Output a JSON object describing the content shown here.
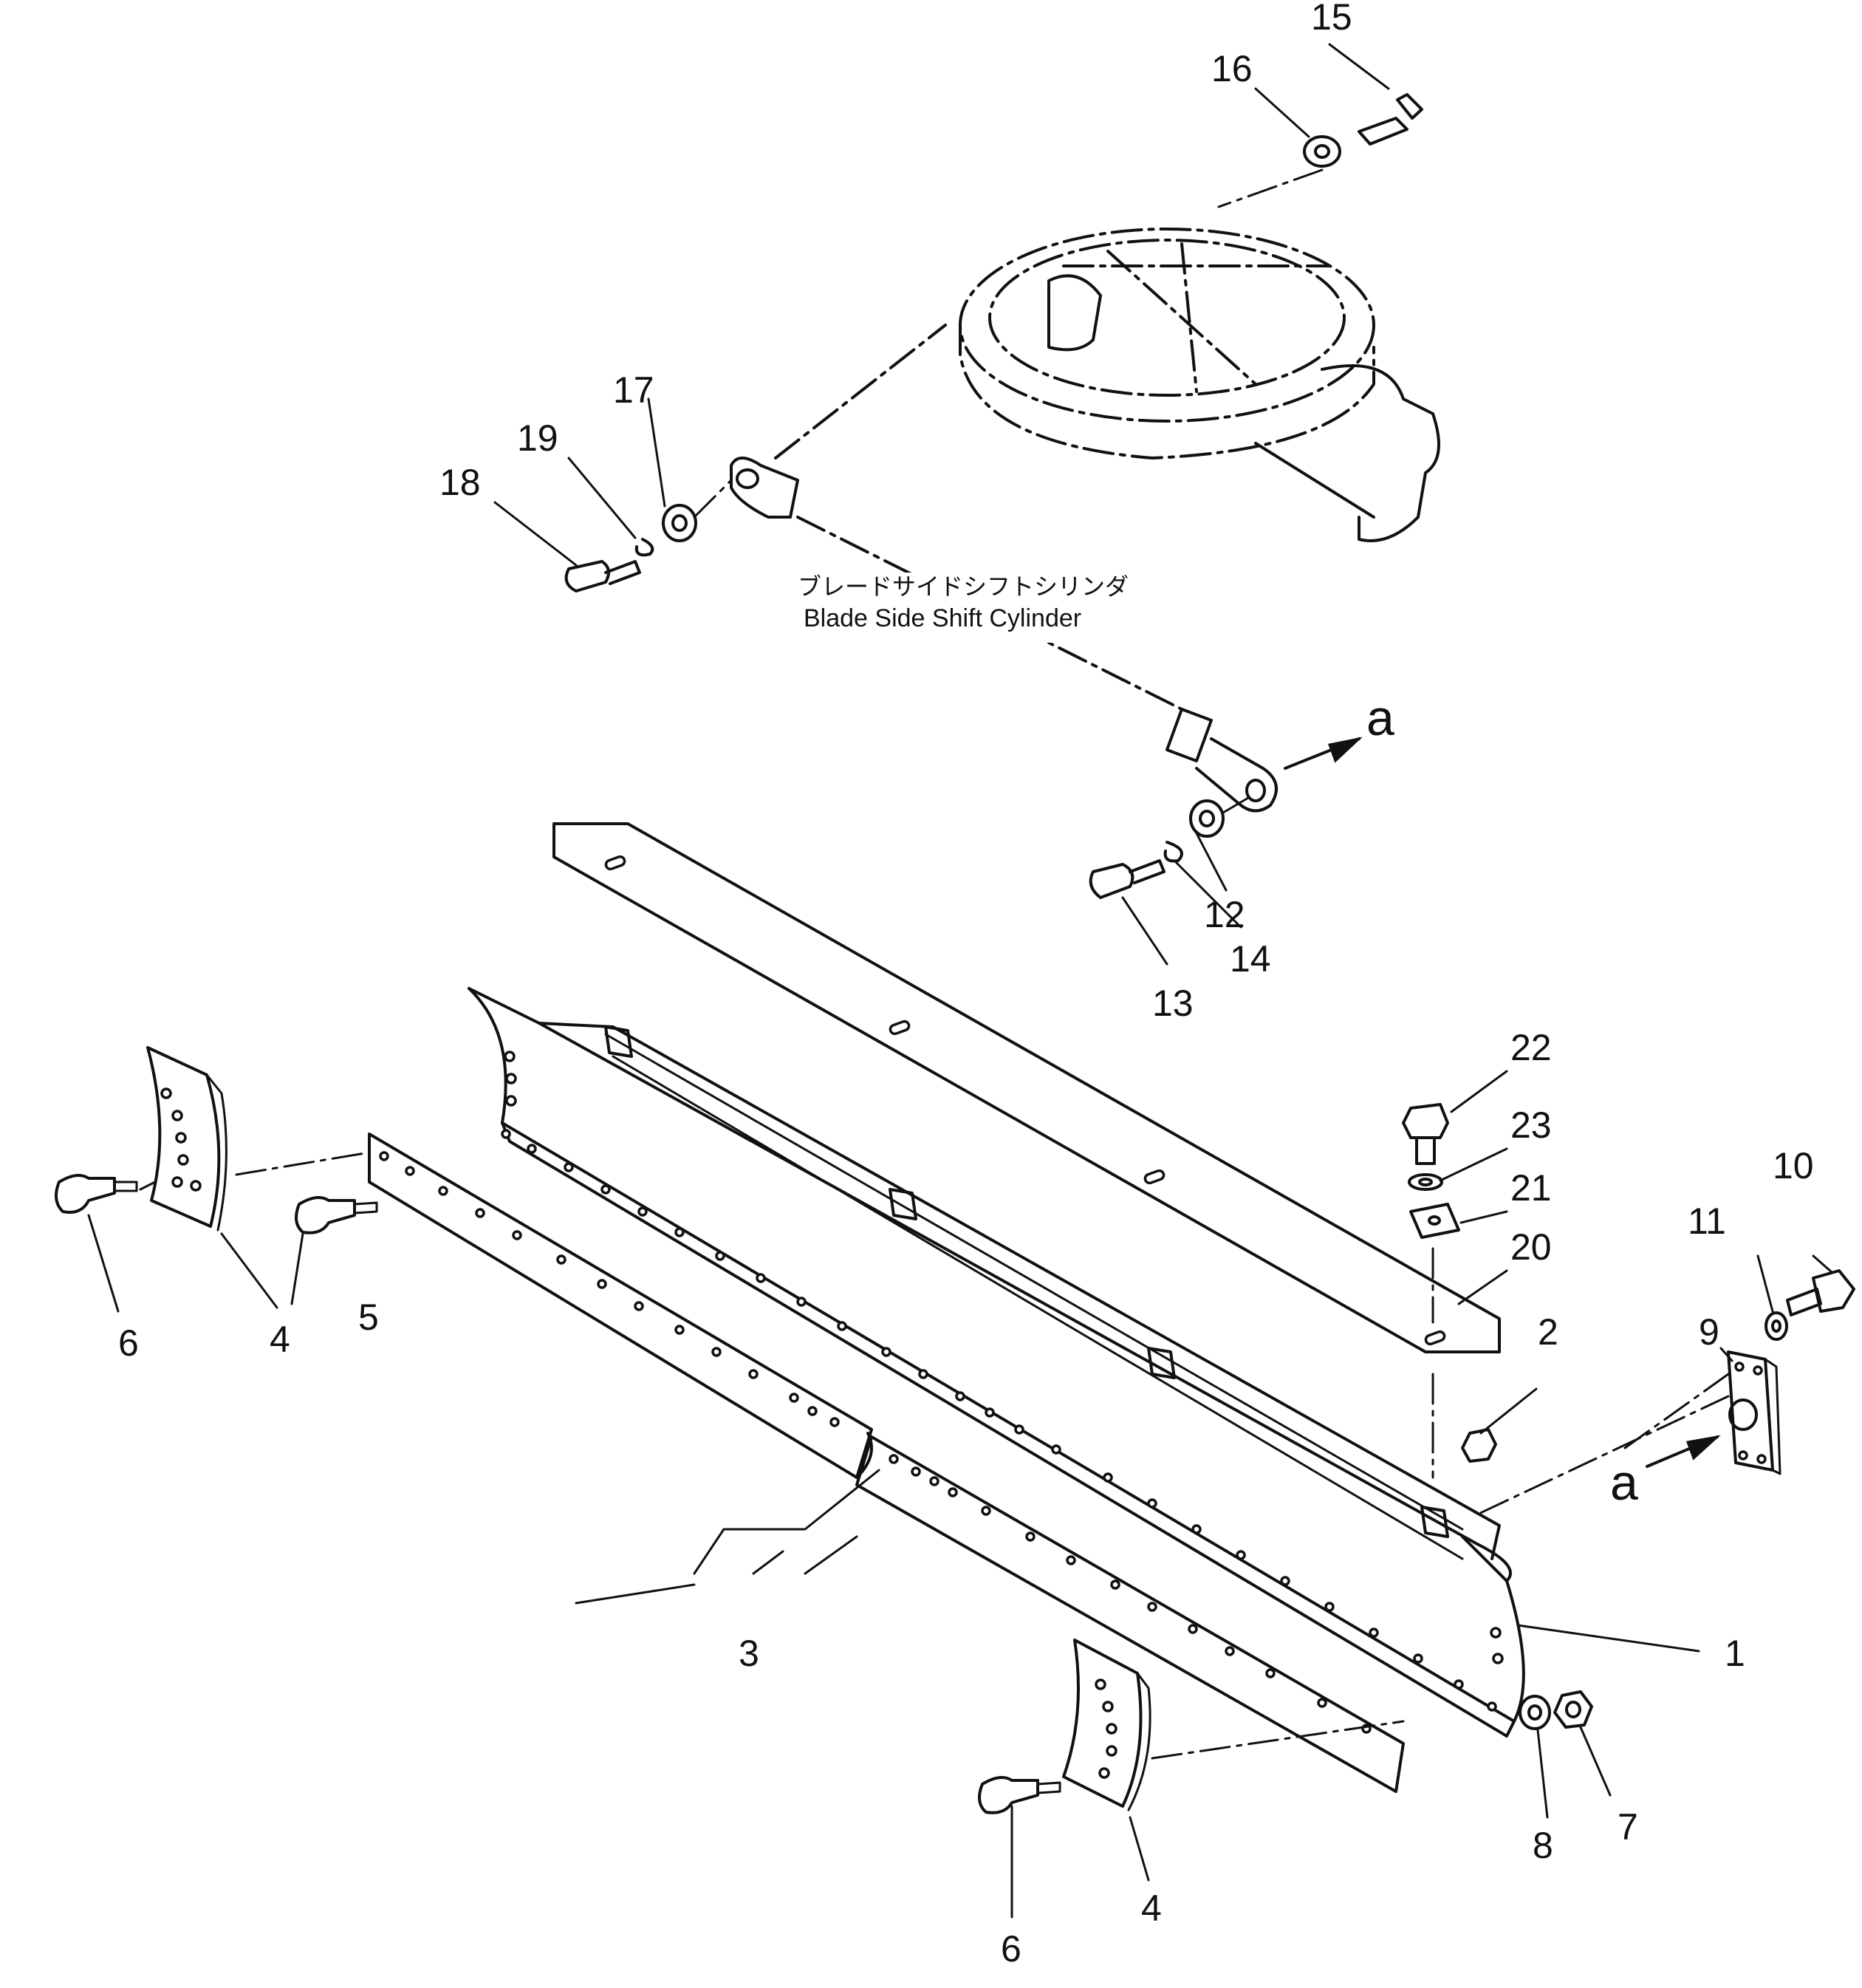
{
  "callouts": {
    "c1": "1",
    "c2": "2",
    "c3": "3",
    "c4a": "4",
    "c4b": "4",
    "c5": "5",
    "c6a": "6",
    "c6b": "6",
    "c7": "7",
    "c8": "8",
    "c9": "9",
    "c10": "10",
    "c11": "11",
    "c12": "12",
    "c13": "13",
    "c14": "14",
    "c15": "15",
    "c16": "16",
    "c17": "17",
    "c18": "18",
    "c19": "19",
    "c20": "20",
    "c21": "21",
    "c22": "22",
    "c23": "23"
  },
  "view_refs": {
    "upper": "a",
    "lower": "a"
  },
  "cylinder_label": {
    "jp": "ブレードサイドシフトシリンダ",
    "en": "Blade Side Shift Cylinder"
  }
}
